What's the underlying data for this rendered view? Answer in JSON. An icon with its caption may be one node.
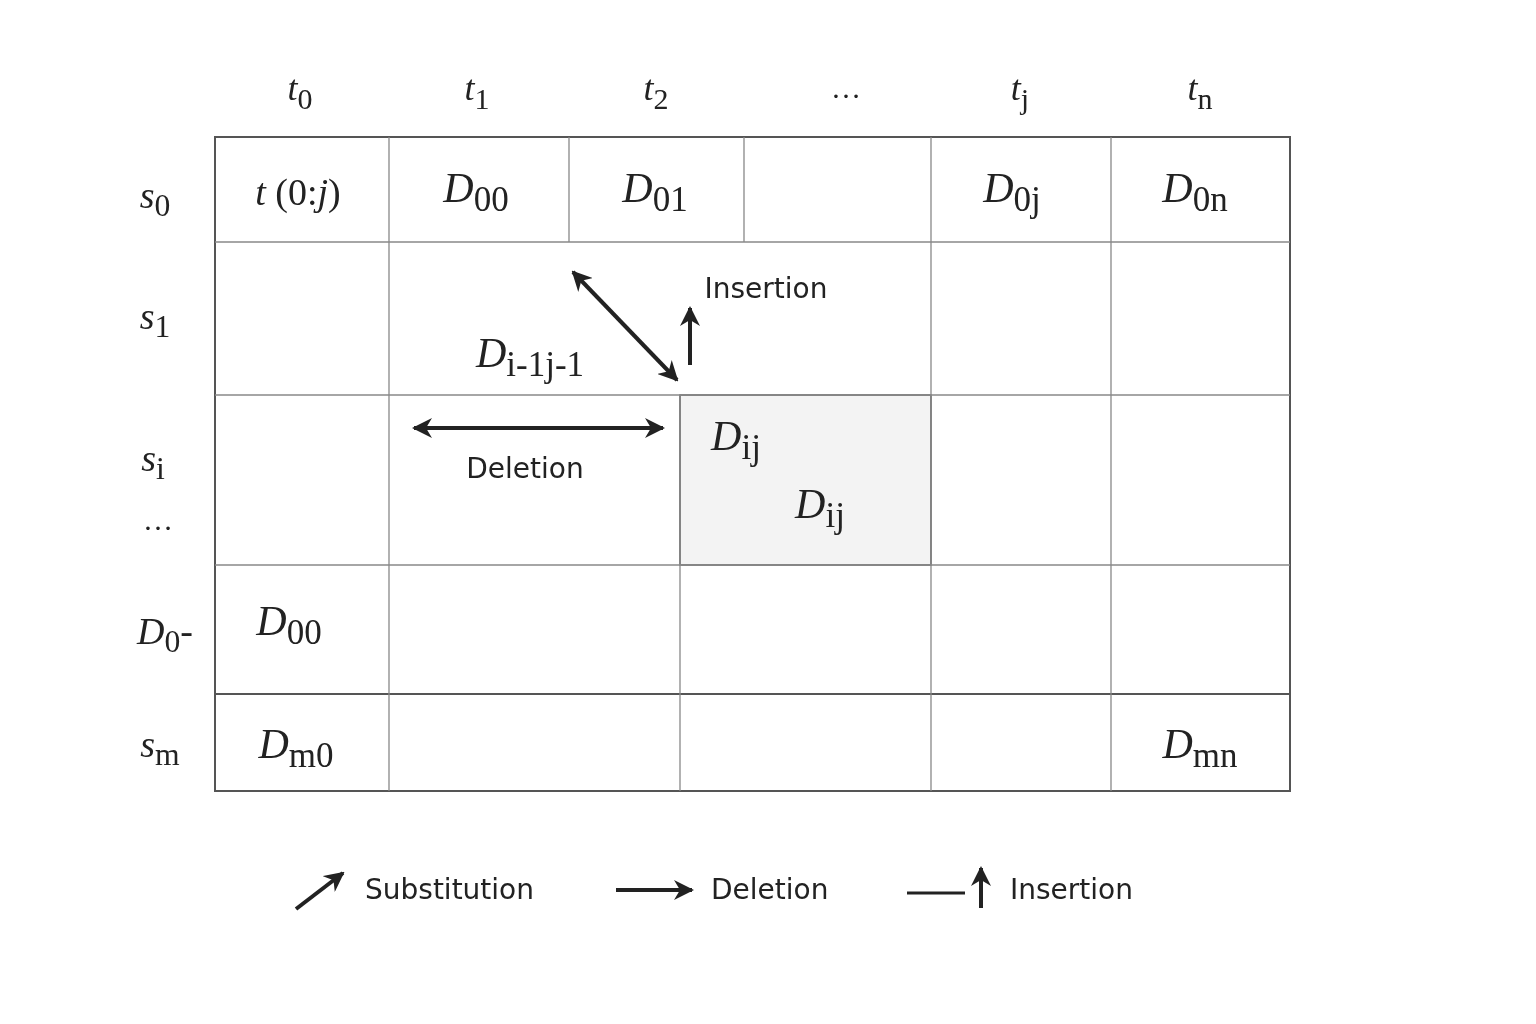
{
  "diagram": {
    "labels": [
      "*t*$_{0}$",
      "*t*$_{1}$",
      "*t*$_{2}$",
      "…",
      "*t*$_{j}$",
      "*t*$_{n}$",
      "*s*$_{0}$",
      "*t* (0:*j*)",
      "*D*$_{00}$",
      "*D*$_{01}$",
      "*D*$_{0j}$",
      "*D*$_{0n}$",
      "*s*$_{1}$",
      "Insertion",
      "*D*$_{i-1j-1}$",
      "*s*$_{i}$",
      "*D*$_{ij}$",
      "Deletion",
      "*D*$_{ij}$",
      "…",
      "*D*$_{0}$-",
      "*D*$_{00}$",
      "*s*$_{m}$",
      "*D*$_{m0}$",
      "*D*$_{mn}$"
    ],
    "legend": [
      {
        "text": "Substitution"
      },
      {
        "text": "Deletion"
      },
      {
        "text": "Insertion"
      }
    ]
  }
}
